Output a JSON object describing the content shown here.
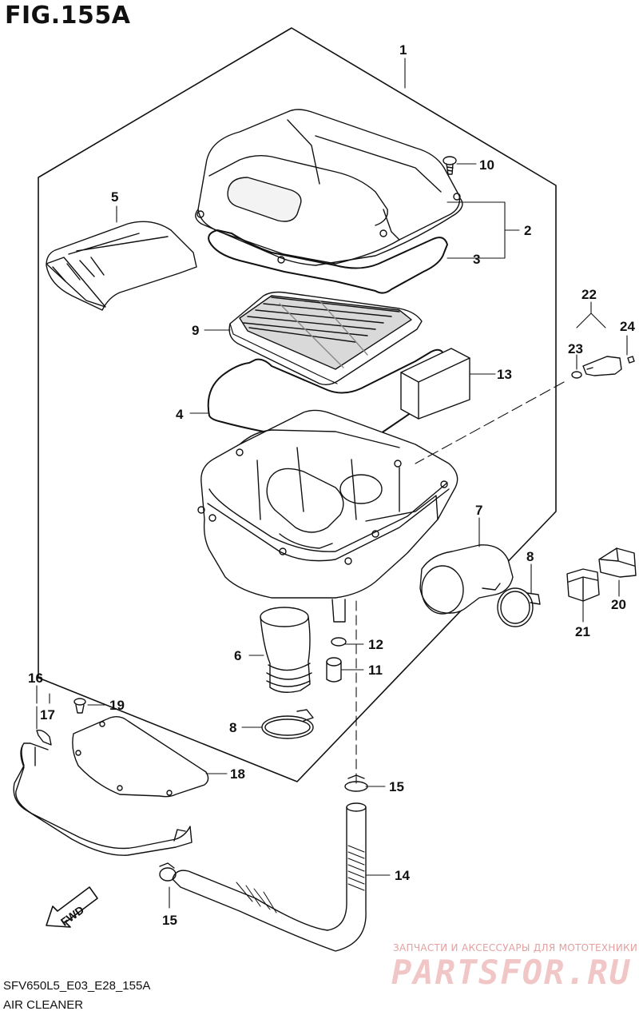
{
  "figure": {
    "title": "FIG.155A",
    "code": "SFV650L5_E03_E28_155A",
    "name": "AIR CLEANER"
  },
  "fwd_label": "FWD",
  "watermark": {
    "tagline": "ЗАПЧАСТИ И АКСЕССУАРЫ ДЛЯ МОТОТЕХНИКИ",
    "brand": "PARTSFOR.RU"
  },
  "callouts": {
    "c1": "1",
    "c2": "2",
    "c3": "3",
    "c4": "4",
    "c5": "5",
    "c6": "6",
    "c7": "7",
    "c8a": "8",
    "c8b": "8",
    "c9": "9",
    "c10": "10",
    "c11": "11",
    "c12": "12",
    "c13": "13",
    "c14": "14",
    "c15a": "15",
    "c15b": "15",
    "c16": "16",
    "c17": "17",
    "c18": "18",
    "c19": "19",
    "c20": "20",
    "c21": "21",
    "c22": "22",
    "c23": "23",
    "c24": "24"
  }
}
